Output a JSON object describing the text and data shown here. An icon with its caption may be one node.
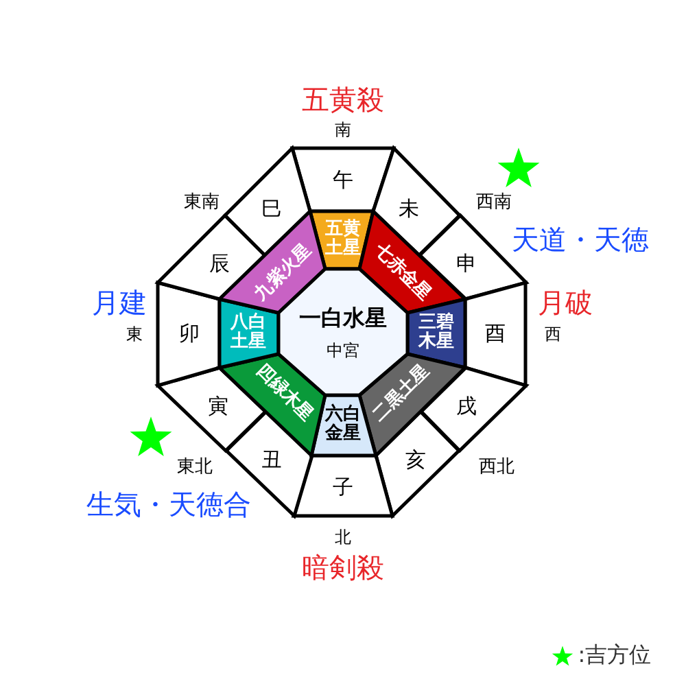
{
  "diagram": {
    "nodes": [
      {
        "text": [
          "午"
        ]
      },
      {
        "text": [
          "未"
        ]
      },
      {
        "text": [
          "申"
        ]
      },
      {
        "text": [
          "酉"
        ]
      },
      {
        "text": [
          "戌"
        ]
      },
      {
        "text": [
          "亥"
        ]
      },
      {
        "text": [
          "子"
        ]
      },
      {
        "text": [
          "丑"
        ]
      },
      {
        "text": [
          "寅"
        ]
      },
      {
        "text": [
          "卯"
        ]
      },
      {
        "text": [
          "辰"
        ]
      },
      {
        "text": [
          "巳"
        ]
      },
      {
        "text": [
          "五黄土星"
        ]
      },
      {
        "text": [
          "七赤金星"
        ]
      },
      {
        "text": [
          "三碧木星"
        ]
      },
      {
        "text": [
          "二黒土星"
        ]
      },
      {
        "text": [
          "六白金星"
        ]
      },
      {
        "text": [
          "四緑木星"
        ]
      },
      {
        "text": [
          "八白土星"
        ]
      },
      {
        "text": [
          "九紫火星"
        ]
      },
      {
        "text": [
          "一白水星",
          "中宮"
        ]
      }
    ],
    "edges": [],
    "labels": [
      "五黄殺",
      "南",
      "東南",
      "西南",
      "天道・天徳",
      "月建",
      "月破",
      "東",
      "西",
      "東北",
      "西北",
      "生気・天徳合",
      "北",
      "暗剣殺"
    ],
    "legend": [
      {
        "text": ":吉方位",
        "color": "#00ff00"
      }
    ]
  }
}
